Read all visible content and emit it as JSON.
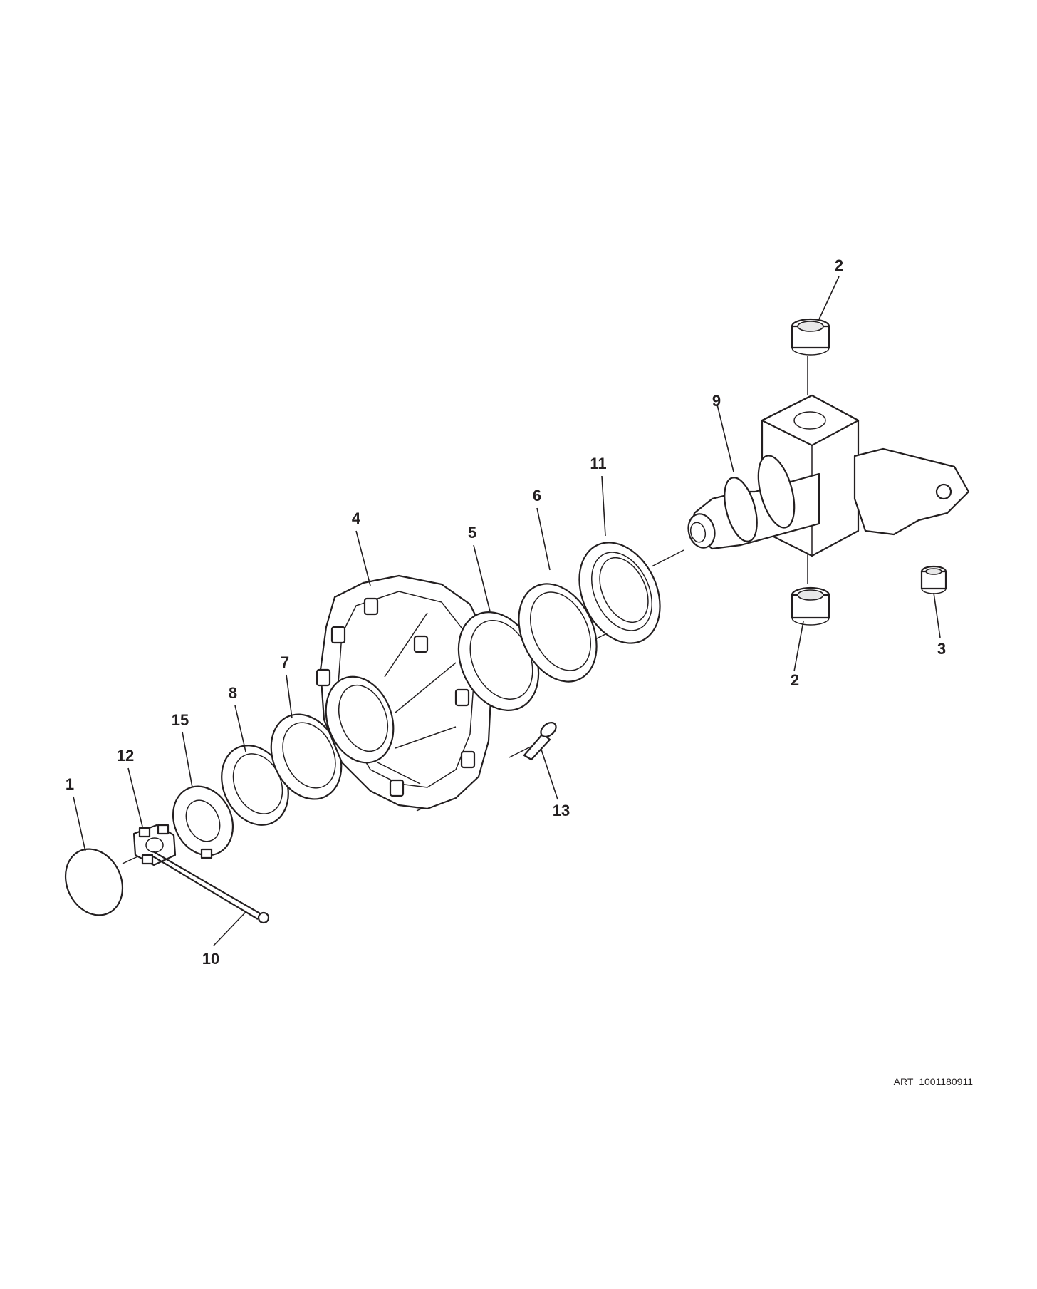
{
  "drawing": {
    "art_id": "ART_1001180911",
    "callouts": [
      {
        "id": "c1",
        "label": "1"
      },
      {
        "id": "c12",
        "label": "12"
      },
      {
        "id": "c15",
        "label": "15"
      },
      {
        "id": "c8",
        "label": "8"
      },
      {
        "id": "c7",
        "label": "7"
      },
      {
        "id": "c4",
        "label": "4"
      },
      {
        "id": "c5",
        "label": "5"
      },
      {
        "id": "c6",
        "label": "6"
      },
      {
        "id": "c11",
        "label": "11"
      },
      {
        "id": "c9",
        "label": "9"
      },
      {
        "id": "c2a",
        "label": "2"
      },
      {
        "id": "c2b",
        "label": "2"
      },
      {
        "id": "c3",
        "label": "3"
      },
      {
        "id": "c13",
        "label": "13"
      },
      {
        "id": "c10",
        "label": "10"
      }
    ]
  }
}
